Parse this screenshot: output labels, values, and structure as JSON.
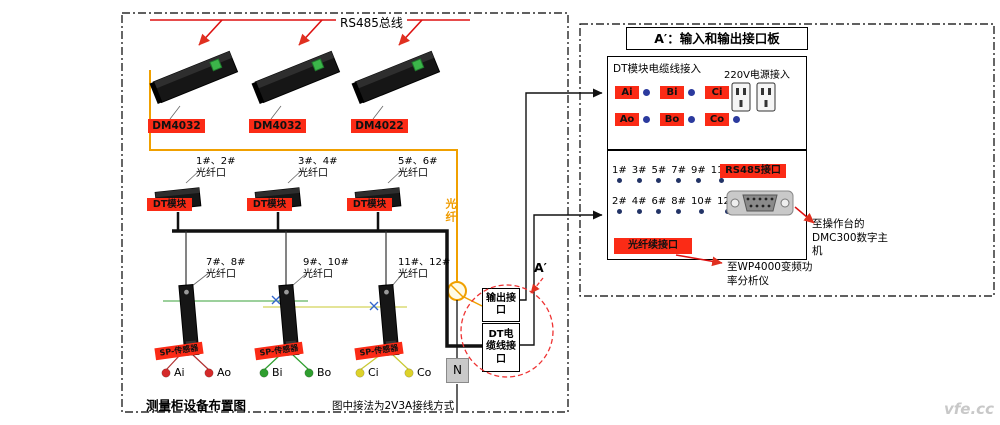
{
  "watermark": "vfe.cc",
  "left_panel": {
    "bus_label": "RS485总线",
    "fiber_label": "光纤",
    "a_prime_label": "A′",
    "n_label": "N",
    "output_port_label": "输出接口",
    "dt_cable_port_label": "DT电缆线接口",
    "title": "测量柜设备布置图",
    "note": "图中接法为2V3A接线方式",
    "dm_devices": [
      {
        "label": "DM4032"
      },
      {
        "label": "DM4032"
      },
      {
        "label": "DM4022"
      }
    ],
    "dt_modules": [
      {
        "label": "DT模块",
        "ports": "1#、2#",
        "port_type": "光纤口"
      },
      {
        "label": "DT模块",
        "ports": "3#、4#",
        "port_type": "光纤口"
      },
      {
        "label": "DT模块",
        "ports": "5#、6#",
        "port_type": "光纤口"
      }
    ],
    "sensors": [
      {
        "label": "SP-传感器",
        "ports": "7#、8#",
        "port_type": "光纤口"
      },
      {
        "label": "SP-传感器",
        "ports": "9#、10#",
        "port_type": "光纤口"
      },
      {
        "label": "SP-传感器",
        "ports": "11#、12#",
        "port_type": "光纤口"
      }
    ],
    "terminals": [
      {
        "label": "Ai",
        "color": "#d42a2a"
      },
      {
        "label": "Ao",
        "color": "#d42a2a"
      },
      {
        "label": "Bi",
        "color": "#2f9e2f"
      },
      {
        "label": "Bo",
        "color": "#2f9e2f"
      },
      {
        "label": "Ci",
        "color": "#ddd22a"
      },
      {
        "label": "Co",
        "color": "#ddd22a"
      }
    ]
  },
  "right_panel": {
    "title": "A′：输入和输出接口板",
    "dt_cable_in_label": "DT模块电缆线接入",
    "power_label": "220V电源接入",
    "inputs": [
      "Ai",
      "Bi",
      "Ci"
    ],
    "outputs": [
      "Ao",
      "Bo",
      "Co"
    ],
    "odd_ports": [
      "1#",
      "3#",
      "5#",
      "7#",
      "9#",
      "11#"
    ],
    "even_ports": [
      "2#",
      "4#",
      "6#",
      "8#",
      "10#",
      "12#"
    ],
    "rs485_label": "RS485接口",
    "fiber_label": "光纤续接口",
    "dmc_note": "至操作台的DMC300数字主机",
    "wp_note": "至WP4000变频功率分析仪"
  }
}
